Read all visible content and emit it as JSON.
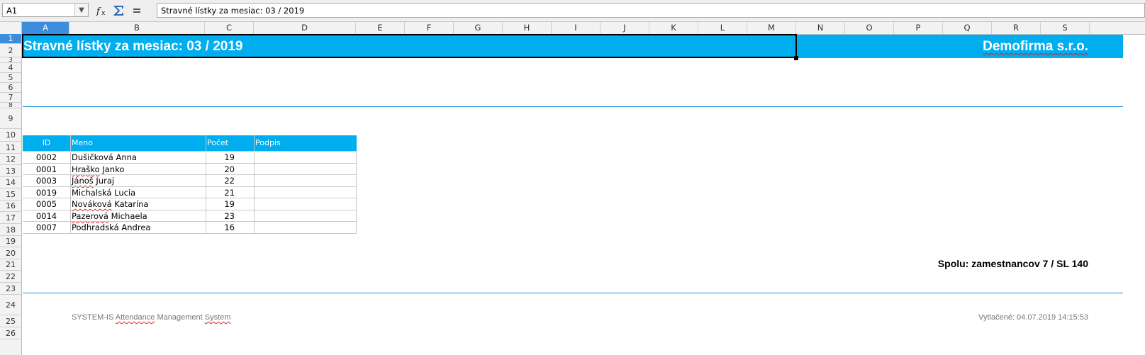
{
  "formula_bar": {
    "name_box": "A1",
    "formula": "Stravné lístky za mesiac: 03 / 2019",
    "icons": [
      "function-wizard-icon",
      "sum-icon",
      "equals-icon"
    ]
  },
  "columns": [
    "A",
    "B",
    "C",
    "D",
    "E",
    "F",
    "G",
    "H",
    "I",
    "J",
    "K",
    "L",
    "M",
    "N",
    "O",
    "P",
    "Q",
    "R",
    "S"
  ],
  "rows": [
    "1",
    "2",
    "3",
    "4",
    "5",
    "6",
    "7",
    "8",
    "9",
    "10",
    "11",
    "12",
    "13",
    "14",
    "15",
    "16",
    "17",
    "18",
    "19",
    "20",
    "21",
    "22",
    "23",
    "24",
    "25",
    "26"
  ],
  "selected_cell": {
    "column": "A",
    "row": "1"
  },
  "sheet": {
    "title": "Stravné lístky za mesiac: 03 / 2019",
    "company": "Demofirma s.r.o.",
    "table": {
      "headers": [
        "ID",
        "Meno",
        "Počet",
        "Podpis"
      ],
      "rows": [
        {
          "id": "0002",
          "surname": "Dušičková",
          "first": "Anna",
          "count": "19"
        },
        {
          "id": "0001",
          "surname": "Hraško",
          "first": "Janko",
          "count": "20"
        },
        {
          "id": "0003",
          "surname": "Jánoš",
          "first": "Juraj",
          "count": "22"
        },
        {
          "id": "0019",
          "surname": "Michalská",
          "first": "Lucia",
          "count": "21"
        },
        {
          "id": "0005",
          "surname": "Nováková",
          "first": "Katarína",
          "count": "19"
        },
        {
          "id": "0014",
          "surname": "Pazerová",
          "first": "Michaela",
          "count": "23"
        },
        {
          "id": "0007",
          "surname": "Podhradská",
          "first": "Andrea",
          "count": "16"
        }
      ]
    },
    "total": "Spolu: zamestnancov 7 / SL 140",
    "footer_left": {
      "p1": "SYSTEM-IS",
      "p2": "Attendance",
      "p3": "Management",
      "p4": "System"
    },
    "footer_right": "Vytlačené: 04.07.2019 14:15:53"
  },
  "colors": {
    "accent": "#00adef",
    "selection": "#3c8dde",
    "rule": "#1e8fd5"
  }
}
